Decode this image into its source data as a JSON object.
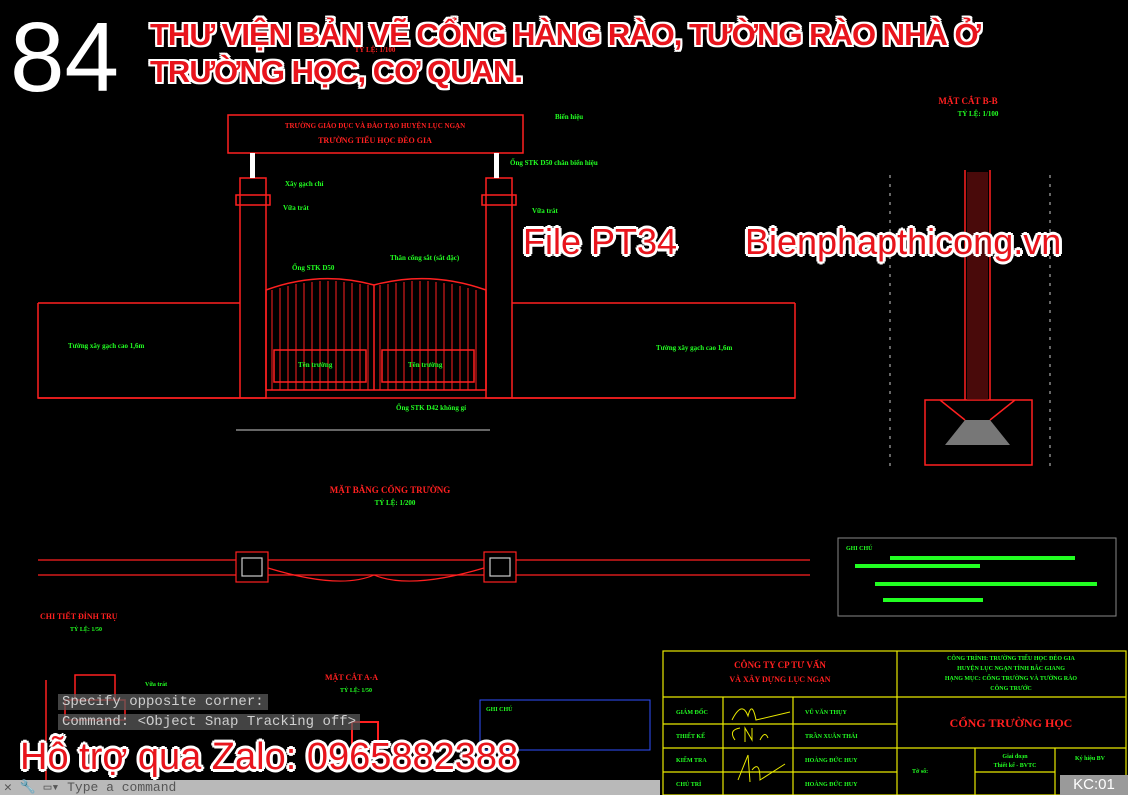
{
  "overlay": {
    "number": "84",
    "title_line1": "THƯ VIỆN BẢN VẼ CỔNG HÀNG RÀO, TƯỜNG RÀO NHÀ Ở",
    "title_line2": "TRƯỜNG HỌC, CƠ QUAN.",
    "file_label": "File PT34",
    "website": "Bienphapthicong.vn",
    "support": "Hỗ trợ qua Zalo: 0965882388"
  },
  "drawing": {
    "elevation_scale": "TỶ LỆ: 1/100",
    "gate_sign_line1": "TRƯỜNG GIÁO DỤC VÀ ĐÀO TẠO HUYỆN LỤC NGẠN",
    "gate_sign_line2": "TRƯỜNG TIỂU HỌC ĐÈO GIA",
    "section_bb_title": "MẶT CẮT B-B",
    "section_bb_scale": "TỶ LỆ: 1/100",
    "plan_title": "MẶT BẰNG CỔNG TRƯỜNG",
    "plan_scale": "TỶ LỆ: 1/200",
    "pillar_detail_title": "CHI TIẾT ĐỈNH TRỤ",
    "pillar_detail_scale": "TỶ LỆ: 1/50",
    "section_aa_title": "MẶT CẮT A-A",
    "section_aa_scale": "TỶ LỆ: 1/50",
    "notes_title": "GHI CHÚ",
    "labels": [
      "Biển hiệu",
      "Ống STK D50 chân biển hiệu",
      "Xây gạch chỉ",
      "Vữa trát",
      "Vữa trát",
      "Ống STK D50",
      "Thân cổng sắt (sắt đặc)",
      "Ống STK D42 không gỉ",
      "Tường xây gạch cao 1,6m",
      "Tường xây gạch cao 1,6m",
      "Tên trường",
      "Tên trường"
    ]
  },
  "title_block": {
    "company_line1": "CÔNG TY CP TƯ VẤN",
    "company_line2": "VÀ XÂY DỰNG LỤC NGẠN",
    "project_lines": [
      "CÔNG TRÌNH: TRƯỜNG TIỂU HỌC ĐÈO GIA",
      "HUYỆN LỤC NGẠN TỈNH BẮC GIANG",
      "HẠNG MỤC: CỔNG TRƯỜNG VÀ TƯỜNG RÀO",
      "CÔNG TRƯỚC"
    ],
    "drawing_name": "CỔNG TRƯỜNG HỌC",
    "rows": [
      {
        "role": "GIÁM ĐỐC",
        "name": "VŨ VĂN THỤY"
      },
      {
        "role": "THIẾT KẾ",
        "name": "TRẦN XUÂN THÁI"
      },
      {
        "role": "KIỂM TRA",
        "name": "HOÀNG ĐỨC HUY"
      },
      {
        "role": "CHỦ TRÌ",
        "name": "HOÀNG ĐỨC HUY"
      }
    ],
    "stage_label": "Giai đoạn",
    "stage_value": "Thiết kế - BVTC",
    "sheet_code_label": "Ký hiệu BV",
    "sheet_no_label": "Tờ số:",
    "sheet_code": "KC:01"
  },
  "command": {
    "line1": "Specify opposite corner:",
    "line2": "Command: <Object Snap Tracking off>",
    "placeholder": "Type a command"
  },
  "colors": {
    "cad_red": "#ff2020",
    "cad_green": "#22ff22",
    "cad_yellow": "#e8e800",
    "overlay_red": "#e8141c"
  }
}
